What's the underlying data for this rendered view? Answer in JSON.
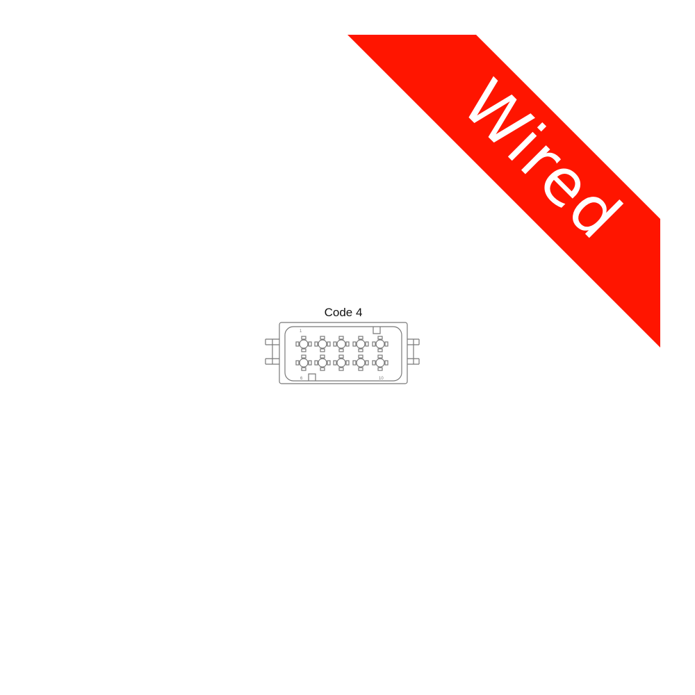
{
  "banner": {
    "label": "Wired",
    "color": "#ff1500"
  },
  "connector": {
    "caption": "Code 4",
    "pin_labels": {
      "first": "1",
      "row2_first": "6",
      "last": "10"
    },
    "rows": 2,
    "columns": 5
  }
}
